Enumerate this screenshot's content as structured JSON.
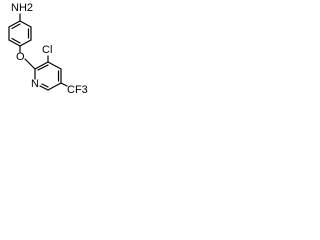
{
  "structure": {
    "labels": {
      "amine": "NH2",
      "ether_oxygen": "O",
      "chlorine": "Cl",
      "ring_nitrogen": "N",
      "trifluoromethyl": "CF3"
    }
  }
}
